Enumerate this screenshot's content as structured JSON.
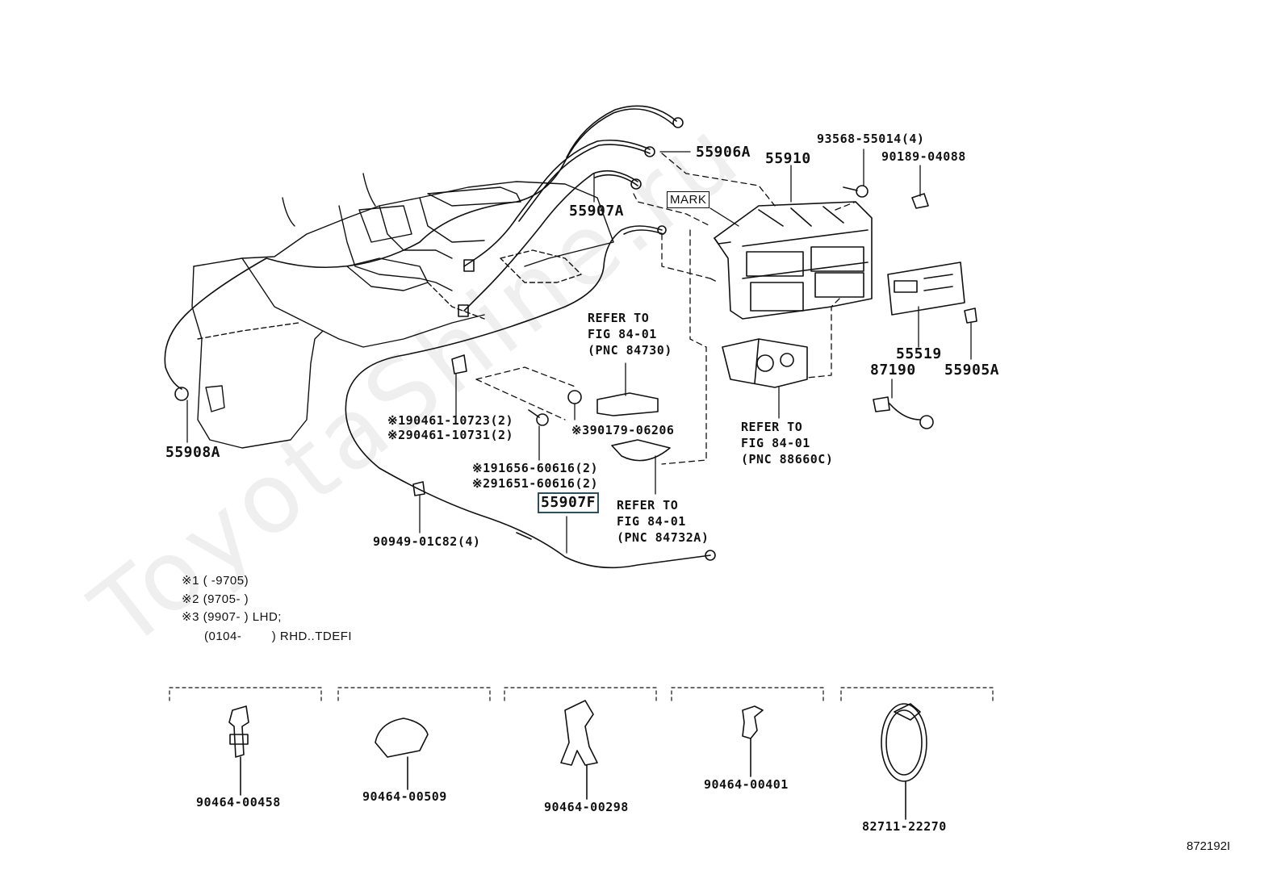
{
  "watermark": "ToyotaShine.ru",
  "figure_id": "872192I",
  "mark_label": "MARK",
  "labels": {
    "p55906A": "55906A",
    "p55910": "55910",
    "p93568": "93568-55014(4)",
    "p90189": "90189-04088",
    "p55907A": "55907A",
    "p55519": "55519",
    "p87190": "87190",
    "p55905A": "55905A",
    "p55908A": "55908A",
    "p90461_1": "※190461-10723(2)",
    "p90461_2": "※290461-10731(2)",
    "p90179": "※390179-06206",
    "p91656": "※191656-60616(2)",
    "p91651": "※291651-60616(2)",
    "p55907F": "55907F",
    "p90949": "90949-01C82(4)",
    "p90464_458": "90464-00458",
    "p90464_509": "90464-00509",
    "p90464_298": "90464-00298",
    "p90464_401": "90464-00401",
    "p82711": "82711-22270"
  },
  "refs": {
    "ref1": "REFER TO\nFIG 84-01\n(PNC 84730)",
    "ref2": "REFER TO\nFIG 84-01\n(PNC 88660C)",
    "ref3": "REFER TO\nFIG 84-01\n(PNC 84732A)"
  },
  "notes": {
    "n1": "※1 (       -9705)",
    "n2": "※2 (9705-        )",
    "n3": "※3 (9907-        ) LHD;",
    "n4": "      (0104-        ) RHD..TDEFI"
  },
  "selected_part": "55907F"
}
